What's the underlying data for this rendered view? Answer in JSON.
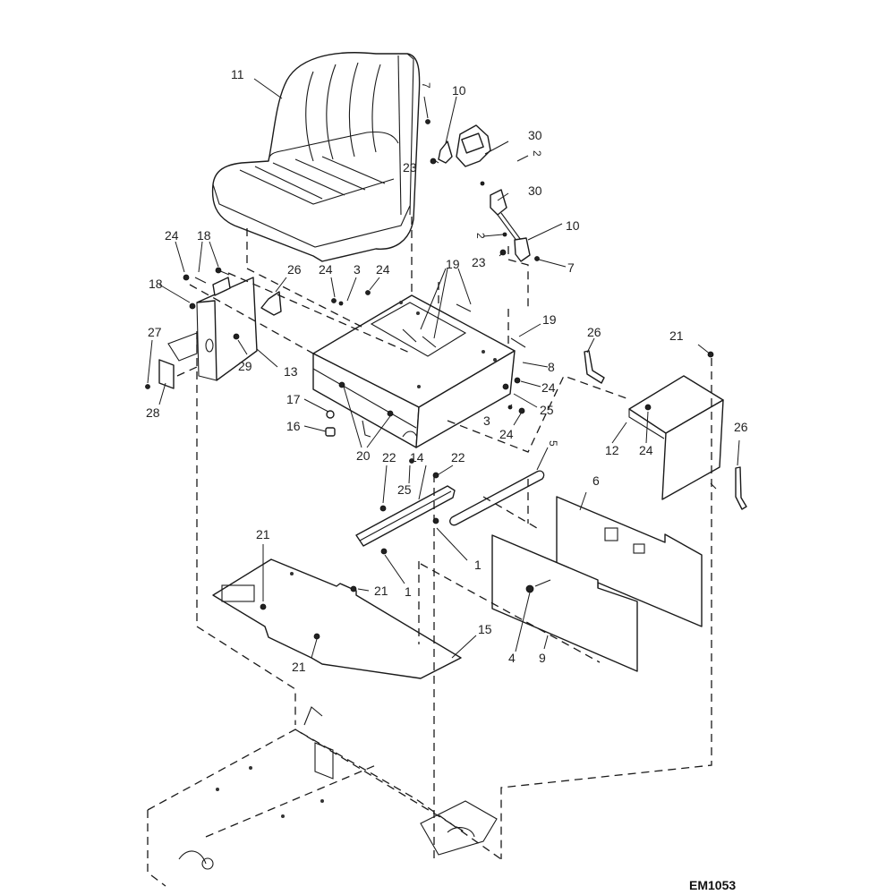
{
  "diagram": {
    "type": "exploded parts view",
    "subject": "Operator seat, seat mount box, side panels and floor plate",
    "drawing_id": "EM1053"
  },
  "callouts": {
    "seat": "11",
    "belt_top_nut": "7",
    "belt_top_bracket": "10",
    "belt_top_bolt": "23",
    "belt_retractor": "30",
    "belt_retractor_screw": "2",
    "belt_buckle": "30",
    "belt_buckle_screw": "2",
    "belt_bottom_bracket": "10",
    "belt_bottom_bolt": "23",
    "belt_bottom_nut": "7",
    "left_nut_a": "24",
    "left_bolt_pair": "18",
    "left_bolt_single": "18",
    "left_pin": "26",
    "washer_top_nut": "24",
    "washer_top": "3",
    "washer_top_nut_b": "24",
    "mount_bolts": "19",
    "mount_bolt_right": "19",
    "bracket_27": "27",
    "bracket_28": "28",
    "left_panel": "13",
    "left_panel_fastener": "29",
    "bumper_washer": "17",
    "bumper": "16",
    "seat_box_clip": "20",
    "seat_box_bracket": "8",
    "right_nut_a": "24",
    "right_grommet": "25",
    "right_washer": "3",
    "right_nut_b": "24",
    "right_pin": "26",
    "right_cover_bolt": "21",
    "right_cover": "12",
    "right_cover_nut": "24",
    "right_pin_b": "26",
    "rail_bolt_left": "22",
    "rail_grommet": "25",
    "rail": "14",
    "rail_bolt_right": "22",
    "foam_tube": "5",
    "rail_spacer_right": "1",
    "rail_spacer_left": "1",
    "back_panel": "6",
    "front_panel": "9",
    "panel_knob": "4",
    "floor_bolt_a": "21",
    "floor_bolt_b": "21",
    "floor_bolt_c": "21",
    "floor_plate": "15"
  }
}
